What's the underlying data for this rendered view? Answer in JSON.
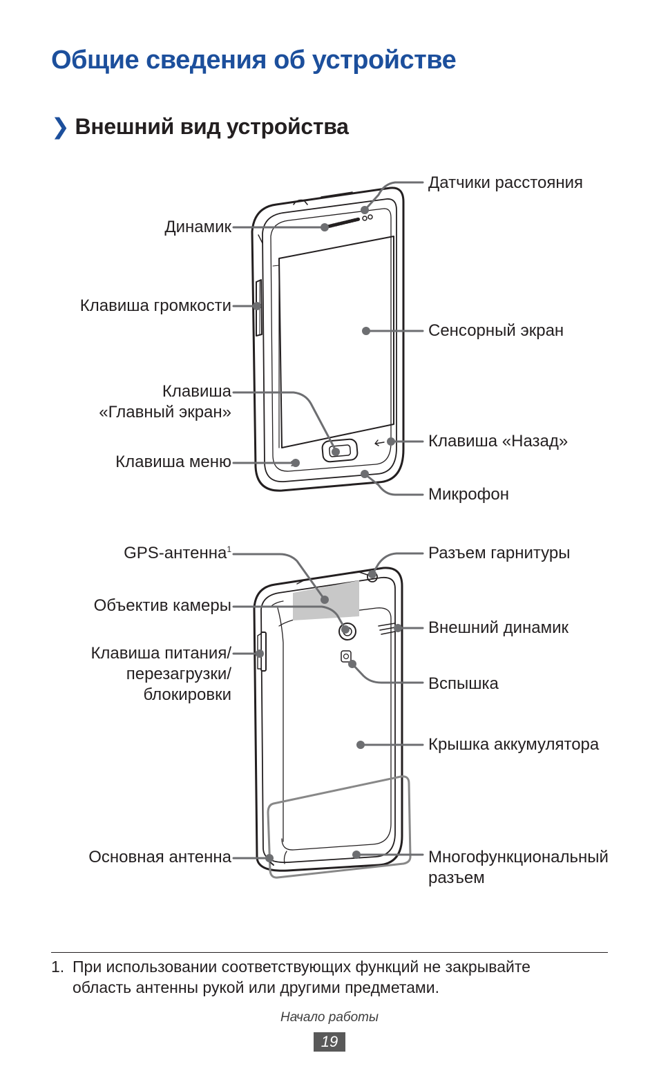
{
  "page": {
    "title": "Общие сведения об устройстве",
    "section": {
      "chevron": "❯",
      "title": "Внешний вид устройства"
    }
  },
  "front": {
    "proximity_sensors": "Датчики расстояния",
    "speaker": "Динамик",
    "volume_key": "Клавиша громкости",
    "touch_screen": "Сенсорный экран",
    "home_key": [
      "Клавиша",
      "«Главный экран»"
    ],
    "back_key": "Клавиша «Назад»",
    "menu_key": "Клавиша меню",
    "microphone": "Микрофон"
  },
  "back": {
    "gps_antenna": "GPS-антенна",
    "gps_footnote_mark": "1",
    "headset_jack": "Разъем гарнитуры",
    "camera_lens": "Объектив камеры",
    "external_speaker": "Внешний динамик",
    "power_key": [
      "Клавиша питания/",
      "перезагрузки/",
      "блокировки"
    ],
    "flash": "Вспышка",
    "battery_cover": "Крышка аккумулятора",
    "main_antenna": "Основная антенна",
    "multifunction_jack": [
      "Многофункциональный",
      "разъем"
    ]
  },
  "footnote": {
    "number": "1.",
    "lines": [
      "При использовании соответствующих функций не закрывайте",
      "область антенны рукой или другими предметами."
    ]
  },
  "footer": {
    "section": "Начало работы",
    "page_number": "19"
  }
}
